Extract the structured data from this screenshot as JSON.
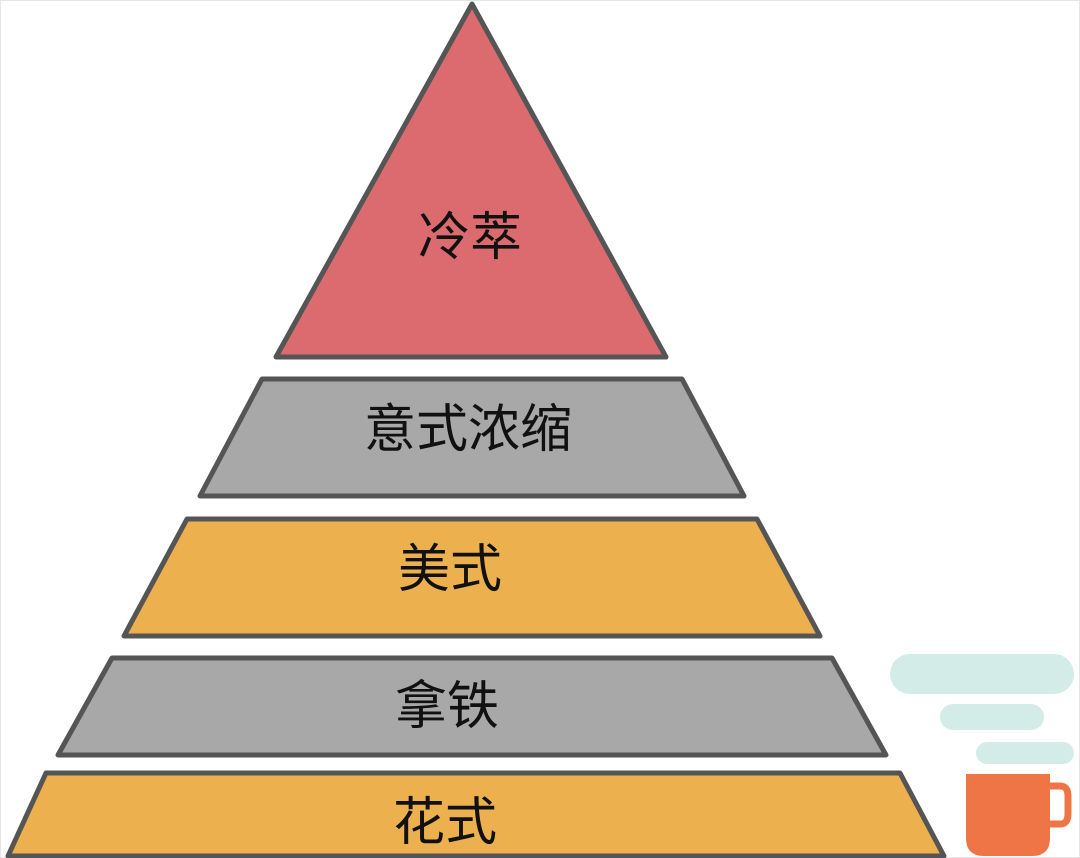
{
  "pyramid": {
    "levels": [
      {
        "label": "冷萃",
        "color": "#dc6b70"
      },
      {
        "label": "意式浓缩",
        "color": "#a8a8a8"
      },
      {
        "label": "美式",
        "color": "#ecb04e"
      },
      {
        "label": "拿铁",
        "color": "#a8a8a8"
      },
      {
        "label": "花式",
        "color": "#ecb04e"
      }
    ],
    "outline_color": "#555555"
  },
  "decoration": {
    "cup_icon": "coffee-cup-icon",
    "cup_color": "#ef7446",
    "steam_icon": "steam-icon",
    "steam_color": "#d4ece7"
  }
}
